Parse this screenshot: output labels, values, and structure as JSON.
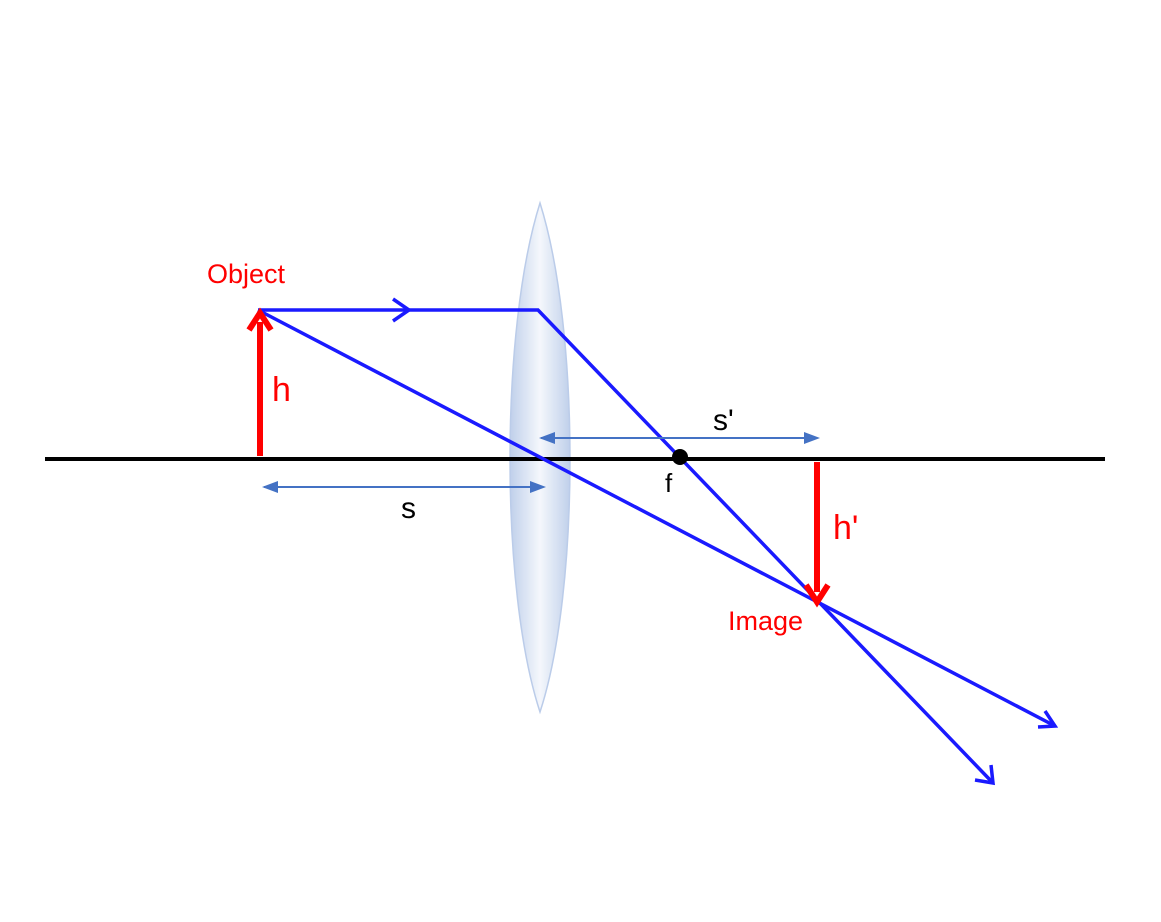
{
  "labels": {
    "object": "Object",
    "image": "Image",
    "object_height": "h",
    "image_height": "h'",
    "object_distance": "s",
    "image_distance": "s'",
    "focal_point": "f"
  },
  "colors": {
    "ray": "#1a1aff",
    "object_arrow": "#ff0000",
    "dimension": "#4472c4",
    "axis": "#000000",
    "lens_edge": "#b4c7e7",
    "lens_fill": "#dae3f3"
  }
}
